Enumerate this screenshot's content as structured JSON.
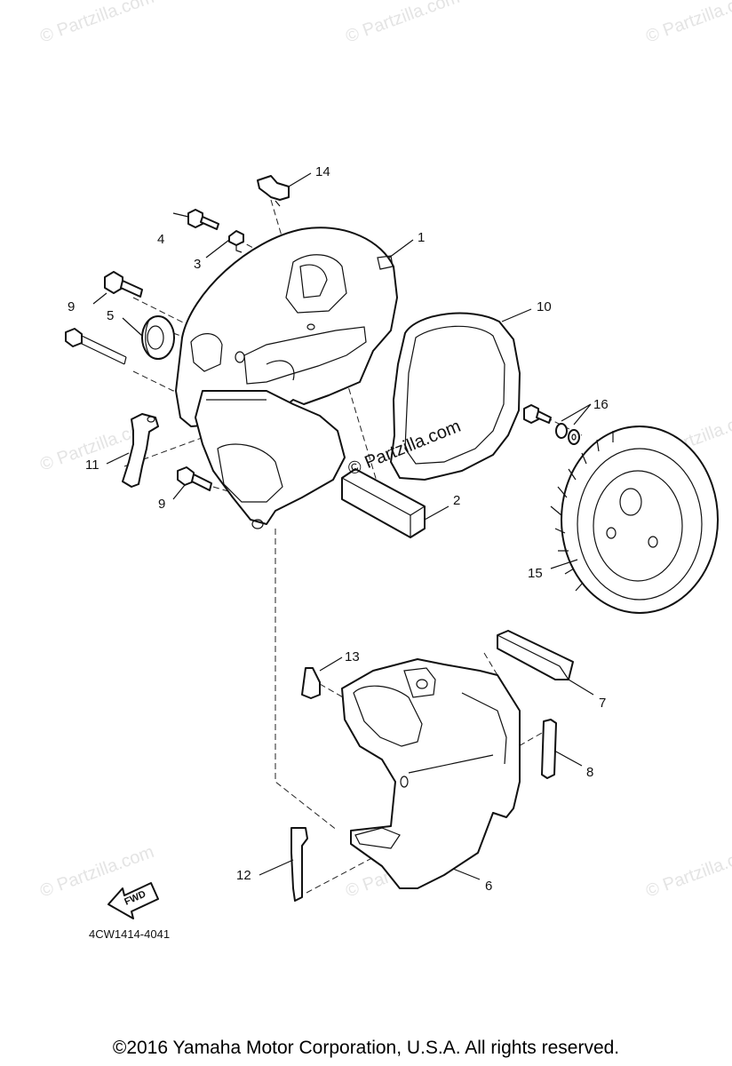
{
  "watermark": "© Partzilla.com",
  "center_watermark": "© Partzilla.com",
  "diagram_code": "4CW1414-4041",
  "fwd_label": "FWD",
  "copyright": "©2016 Yamaha Motor Corporation, U.S.A. All rights reserved.",
  "callouts": {
    "c1": "1",
    "c2": "2",
    "c3": "3",
    "c4": "4",
    "c5": "5",
    "c6": "6",
    "c7": "7",
    "c8": "8",
    "c9a": "9",
    "c9b": "9",
    "c10": "10",
    "c11": "11",
    "c12": "12",
    "c13": "13",
    "c14": "14",
    "c15": "15",
    "c16": "16"
  }
}
